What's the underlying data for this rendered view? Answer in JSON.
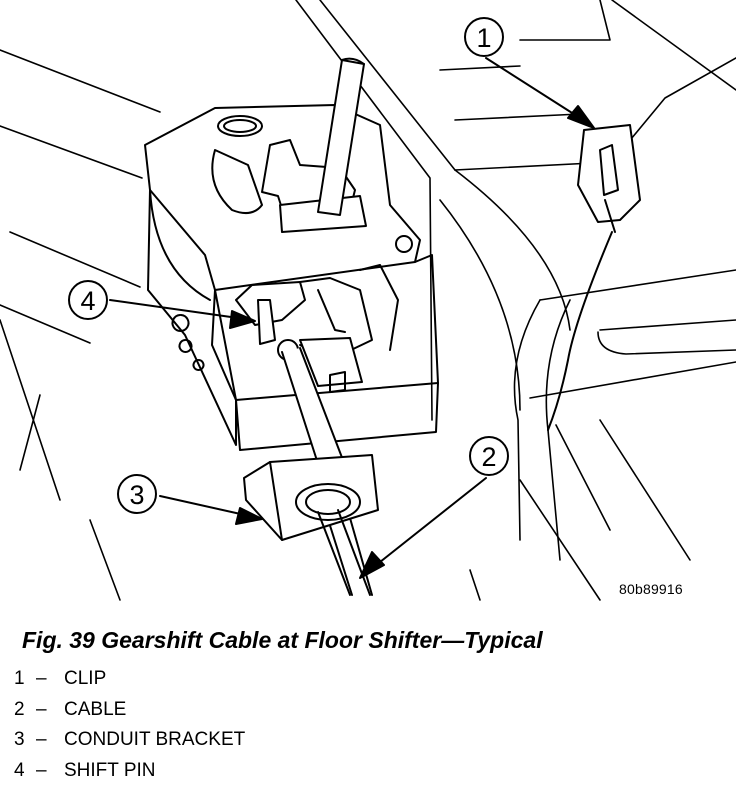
{
  "figure": {
    "code": "80b89916",
    "caption": "Fig. 39 Gearshift Cable at Floor Shifter—Typical"
  },
  "callouts": [
    "1",
    "2",
    "3",
    "4"
  ],
  "legend": [
    {
      "num": "1",
      "dash": "–",
      "label": "CLIP"
    },
    {
      "num": "2",
      "dash": "–",
      "label": "CABLE"
    },
    {
      "num": "3",
      "dash": "–",
      "label": "CONDUIT BRACKET"
    },
    {
      "num": "4",
      "dash": "–",
      "label": "SHIFT PIN"
    }
  ]
}
